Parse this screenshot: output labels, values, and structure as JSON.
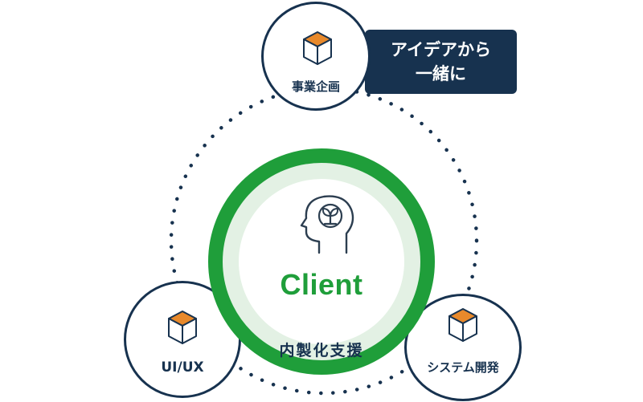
{
  "center": {
    "label": "Client",
    "icon": "head-with-sprout-icon"
  },
  "nodes": {
    "top": {
      "label": "事業企画",
      "icon": "box-icon"
    },
    "left": {
      "label": "UI/UX",
      "icon": "box-icon"
    },
    "right": {
      "label": "システム開発",
      "icon": "box-icon"
    }
  },
  "callout": {
    "line1": "アイデアから",
    "line2": "一緒に"
  },
  "support_label": "内製化支援",
  "colors": {
    "navy": "#17324f",
    "green": "#1f9e3a",
    "light_green": "#e3f1e4",
    "orange": "#e8892b"
  }
}
